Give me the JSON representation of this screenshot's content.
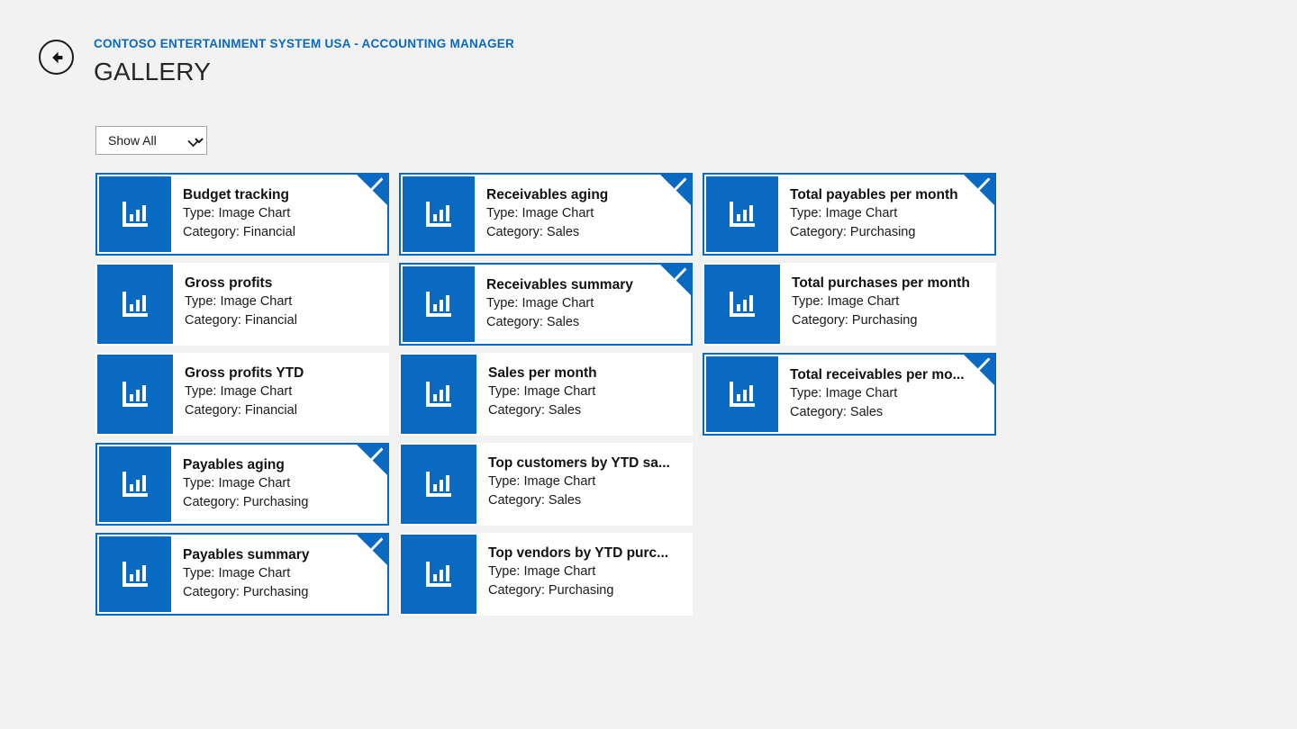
{
  "header": {
    "back_icon": "back-arrow-icon",
    "app_title": "CONTOSO ENTERTAINMENT SYSTEM USA - ACCOUNTING MANAGER",
    "page_title": "GALLERY"
  },
  "filter": {
    "label": "Show All",
    "chevron_icon": "chevron-down-icon",
    "options": [
      "Show All"
    ]
  },
  "colors": {
    "accent": "#0a69c0",
    "background": "#f2f2f2",
    "tile_background": "#ffffff",
    "title_text": "#262626"
  },
  "labels": {
    "type_prefix": "Type: ",
    "category_prefix": "Category: ",
    "chart_icon": "bar-chart-icon",
    "check_icon": "check-icon"
  },
  "gallery": {
    "tiles": [
      {
        "name": "Budget tracking",
        "type": "Type: Image Chart",
        "category": "Category: Financial",
        "selected": true
      },
      {
        "name": "Receivables aging",
        "type": "Type: Image Chart",
        "category": "Category: Sales",
        "selected": true
      },
      {
        "name": "Total payables per month",
        "type": "Type: Image Chart",
        "category": "Category: Purchasing",
        "selected": true
      },
      {
        "name": "Gross profits",
        "type": "Type: Image Chart",
        "category": "Category: Financial",
        "selected": false
      },
      {
        "name": "Receivables summary",
        "type": "Type: Image Chart",
        "category": "Category: Sales",
        "selected": true
      },
      {
        "name": "Total purchases per month",
        "type": "Type: Image Chart",
        "category": "Category: Purchasing",
        "selected": false
      },
      {
        "name": "Gross profits YTD",
        "type": "Type: Image Chart",
        "category": "Category: Financial",
        "selected": false
      },
      {
        "name": "Sales per month",
        "type": "Type: Image Chart",
        "category": "Category: Sales",
        "selected": false
      },
      {
        "name": "Total receivables per mo...",
        "type": "Type: Image Chart",
        "category": "Category: Sales",
        "selected": true
      },
      {
        "name": "Payables aging",
        "type": "Type: Image Chart",
        "category": "Category: Purchasing",
        "selected": true
      },
      {
        "name": "Top customers by YTD sa...",
        "type": "Type: Image Chart",
        "category": "Category: Sales",
        "selected": false
      },
      {
        "name": "",
        "type": "",
        "category": "",
        "selected": false,
        "empty": true
      },
      {
        "name": "Payables summary",
        "type": "Type: Image Chart",
        "category": "Category: Purchasing",
        "selected": true
      },
      {
        "name": "Top vendors by YTD purc...",
        "type": "Type: Image Chart",
        "category": "Category: Purchasing",
        "selected": false
      },
      {
        "name": "",
        "type": "",
        "category": "",
        "selected": false,
        "empty": true
      }
    ]
  }
}
